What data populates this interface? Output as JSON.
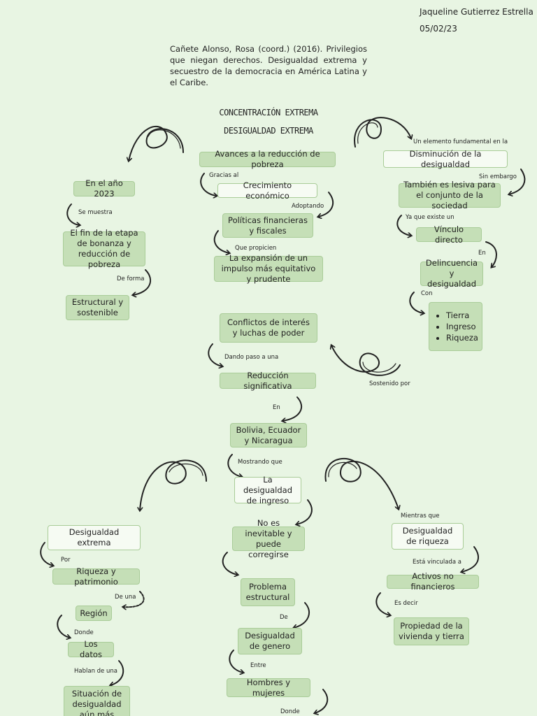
{
  "header": {
    "author": "Jaqueline Gutierrez Estrella",
    "date": "05/02/23"
  },
  "citation": "Cañete Alonso, Rosa (coord.) (2016). Privilegios que niegan derechos. Desigualdad extrema y secuestro de la democracia en América Latina y el Caribe.",
  "title": {
    "line1": "CONCENTRACIÓN EXTREMA",
    "line2": "DESIGUALDAD EXTREMA"
  },
  "nodes": {
    "avances": "Avances a la reducción de pobreza",
    "crecimiento": "Crecimiento económico",
    "politicas": "Políticas financieras y fiscales",
    "expansion": "La expansión de un impulso más equitativo y prudente",
    "anio": "En el año 2023",
    "fin_etapa": "El fin de la etapa de bonanza y reducción de pobreza",
    "estructural": "Estructural y sostenible",
    "disminucion": "Disminución de la desigualdad",
    "lesiva": "También es lesiva para el conjunto de la sociedad",
    "vinculo": "Vínculo directo",
    "delincuencia": "Delincuencia y desigualdad",
    "tierra_list": [
      "Tierra",
      "Ingreso",
      "Riqueza"
    ],
    "conflictos": "Conflictos de interés y luchas de poder",
    "reduccion": "Reducción significativa",
    "bolivia": "Bolivia, Ecuador y Nicaragua",
    "desig_ingreso": "La desigualdad de ingreso",
    "no_inevitable": "No es inevitable y puede corregirse",
    "problema": "Problema estructural",
    "desig_genero": "Desigualdad de genero",
    "hombres": "Hombres y mujeres",
    "desig_extrema": "Desigualdad extrema",
    "riqueza_patr": "Riqueza y patrimonio",
    "region": "Región",
    "datos": "Los datos",
    "situacion": "Situación de desigualdad aún más profunda",
    "desig_riqueza": "Desigualdad de riqueza",
    "activos": "Activos no financieros",
    "propiedad": "Propiedad de la vivienda y tierra"
  },
  "labels": {
    "gracias": "Gracias al",
    "adoptando": "Adoptando",
    "que_propicien": "Que propicien",
    "se_muestra": "Se muestra",
    "de_forma": "De forma",
    "un_elemento": "Un elemento fundamental en la",
    "sin_embargo": "Sin embargo",
    "ya_que": "Ya que existe un",
    "en1": "En",
    "con": "Con",
    "dando_paso": "Dando paso a una",
    "sostenido": "Sostenido por",
    "en2": "En",
    "mostrando": "Mostrando que",
    "de1": "De",
    "entre": "Entre",
    "donde2": "Donde",
    "por": "Por",
    "de_una": "De una",
    "donde1": "Donde",
    "hablan": "Hablan de una",
    "mientras": "Mientras que",
    "esta_vinculada": "Está vinculada a",
    "es_decir": "Es decir"
  }
}
